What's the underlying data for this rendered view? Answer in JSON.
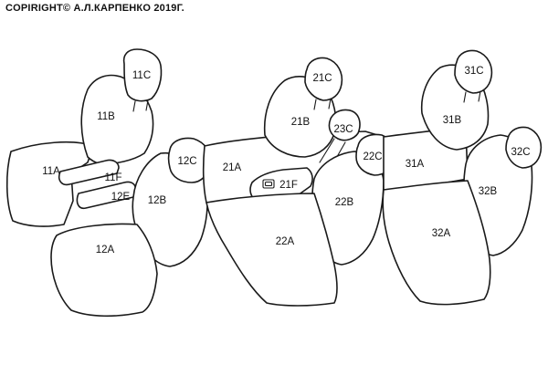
{
  "copyright": "COPIRIGHT© А.Л.КАРПЕНКО 2019Г.",
  "labels": {
    "l11C": "11C",
    "l11B": "11B",
    "l11A": "11A",
    "l11F": "11F",
    "l12E": "12E",
    "l12C": "12C",
    "l12B": "12B",
    "l12A": "12A",
    "l21C": "21C",
    "l21B": "21B",
    "l23C": "23C",
    "l21A": "21A",
    "l21F": "21F",
    "l22C": "22C",
    "l22B": "22B",
    "l22A": "22A",
    "l31C": "31C",
    "l31B": "31B",
    "l31A": "31A",
    "l32C": "32C",
    "l32B": "32B",
    "l32A": "32A"
  }
}
